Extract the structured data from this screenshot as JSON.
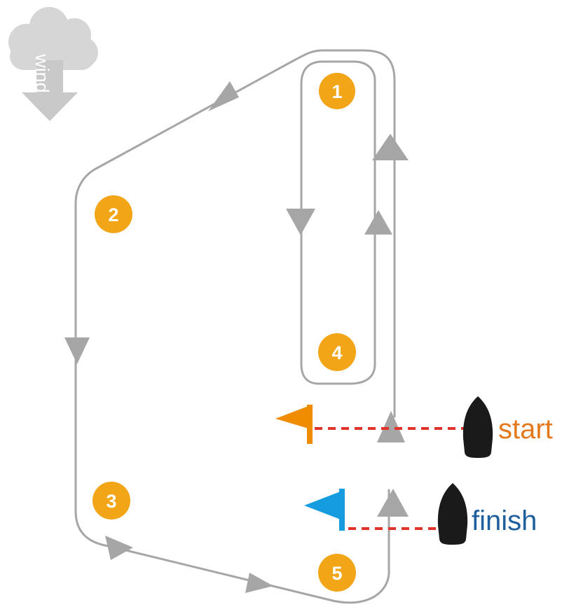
{
  "wind": {
    "label": "wind",
    "icon": "cloud-wind-arrow-icon"
  },
  "marks": [
    "1",
    "2",
    "3",
    "4",
    "5"
  ],
  "start_line": {
    "label": "start",
    "flag_icon": "orange-flag-icon",
    "boat_icon": "committee-boat-icon"
  },
  "finish_line": {
    "label": "finish",
    "flag_icon": "blue-flag-icon",
    "boat_icon": "committee-boat-icon"
  },
  "colors": {
    "mark": "#f2a516",
    "course": "#a6a6a6",
    "dashed_line": "#e0332b",
    "start_flag": "#f08c00",
    "finish_flag": "#159be0",
    "start_text": "#e4791c",
    "finish_text": "#1f5f9e",
    "boat": "#1a1a1a"
  }
}
